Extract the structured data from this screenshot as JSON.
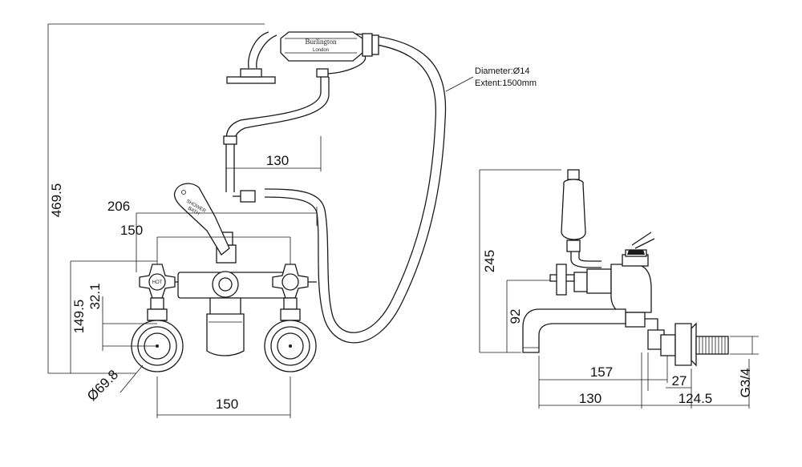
{
  "front_view": {
    "dims": {
      "overall_height": "469.5",
      "handset_offset": "130",
      "total_width": "206",
      "centers_top": "150",
      "height_149": "149.5",
      "height_32": "32.1",
      "diameter": "Ø69.8",
      "centers_bottom": "150"
    },
    "handset": {
      "brand": "Burlington",
      "city": "London"
    },
    "lever_label": {
      "line1": "SHOWER",
      "line2": "BATH"
    },
    "valve_label": "HOT",
    "hose_note": {
      "line1": "Diameter:Ø14",
      "line2": "Extent:1500mm"
    }
  },
  "side_view": {
    "dims": {
      "height_245": "245",
      "height_92": "92",
      "depth_157": "157",
      "flange_27": "27",
      "spout_130": "130",
      "depth_124": "124.5",
      "thread": "G3/4"
    }
  }
}
